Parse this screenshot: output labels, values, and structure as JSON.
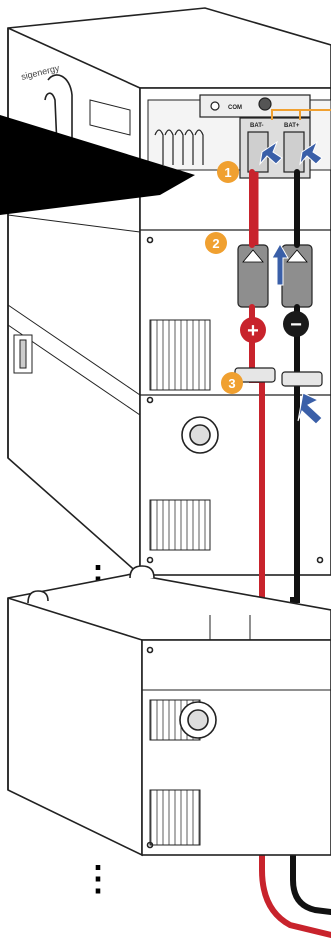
{
  "brand": "sigenergy",
  "ports": {
    "com": "COM",
    "bat_left": "BAT-",
    "bat_right": "BAT+"
  },
  "callouts": [
    {
      "number": "1",
      "color": "#f0a030"
    },
    {
      "number": "2",
      "color": "#f0a030"
    },
    {
      "number": "3",
      "color": "#f0a030"
    }
  ],
  "polarity": {
    "positive": {
      "symbol": "+",
      "color": "#c8232c"
    },
    "negative": {
      "symbol": "−",
      "color": "#1a1a1a"
    }
  },
  "continuation_marks": [
    {
      "name": "upper",
      "symbol": "⋮"
    },
    {
      "name": "lower",
      "symbol": "⋮"
    }
  ],
  "colors": {
    "cable_positive": "#c8232c",
    "cable_negative": "#111111",
    "arrow": "#3a5fa8",
    "callout": "#f0a030",
    "outline": "#222222"
  }
}
